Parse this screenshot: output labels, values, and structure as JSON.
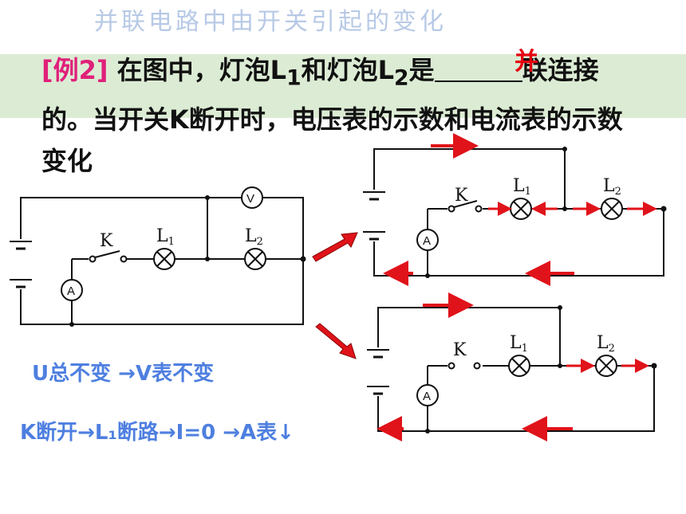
{
  "title": "并联电路中由开关引起的变化",
  "question": {
    "tag": "[例2]",
    "part1": "在图中，灯泡L",
    "sub1": "1",
    "part2": "和灯泡L",
    "sub2": "2",
    "part3": "是",
    "part4": "联连接的。当开关K断开时，电压表的示数和电流表的示数变化"
  },
  "answer": "并",
  "diagram_labels": {
    "switch": "K",
    "lamp1": "L",
    "lamp1_sub": "1",
    "lamp2": "L",
    "lamp2_sub": "2",
    "voltmeter": "V",
    "ammeter": "A"
  },
  "notes": {
    "line1": "U总不变   →V表不变",
    "line2": "K断开→L₁断路→I=0 →A表↓"
  },
  "colors": {
    "current_arrow": "#e0131a",
    "note_text": "#4e7fe0",
    "title_text": "#b7c9e6",
    "band": "#dcecd4"
  }
}
